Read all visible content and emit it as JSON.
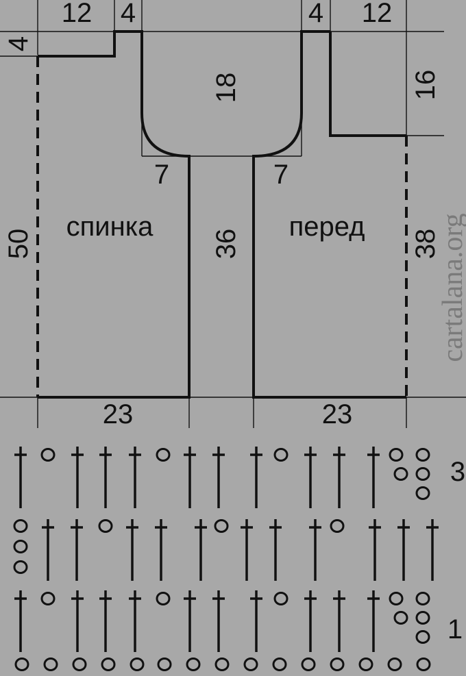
{
  "pattern": {
    "dimensions": {
      "top_left_width": "12",
      "top_left_neck": "4",
      "top_right_neck": "4",
      "top_right_width": "12",
      "left_shoulder_drop": "4",
      "neck_depth": "18",
      "right_shoulder_drop": "16",
      "left_curve": "7",
      "right_curve": "7",
      "back_height": "50",
      "center_height": "36",
      "front_height": "38",
      "back_width": "23",
      "front_width": "23"
    },
    "labels": {
      "back": "спинка",
      "front": "перед"
    }
  },
  "watermark": "cartalana.org",
  "stitch_chart": {
    "row_labels": {
      "row3": "3",
      "row1": "1"
    },
    "symbols": {
      "double_crochet": "tall-cross-stitch-icon",
      "chain": "chain-circle-icon"
    }
  },
  "colors": {
    "background": "#a8a8a8",
    "line": "#111111",
    "watermark": "#7a7a7a"
  }
}
